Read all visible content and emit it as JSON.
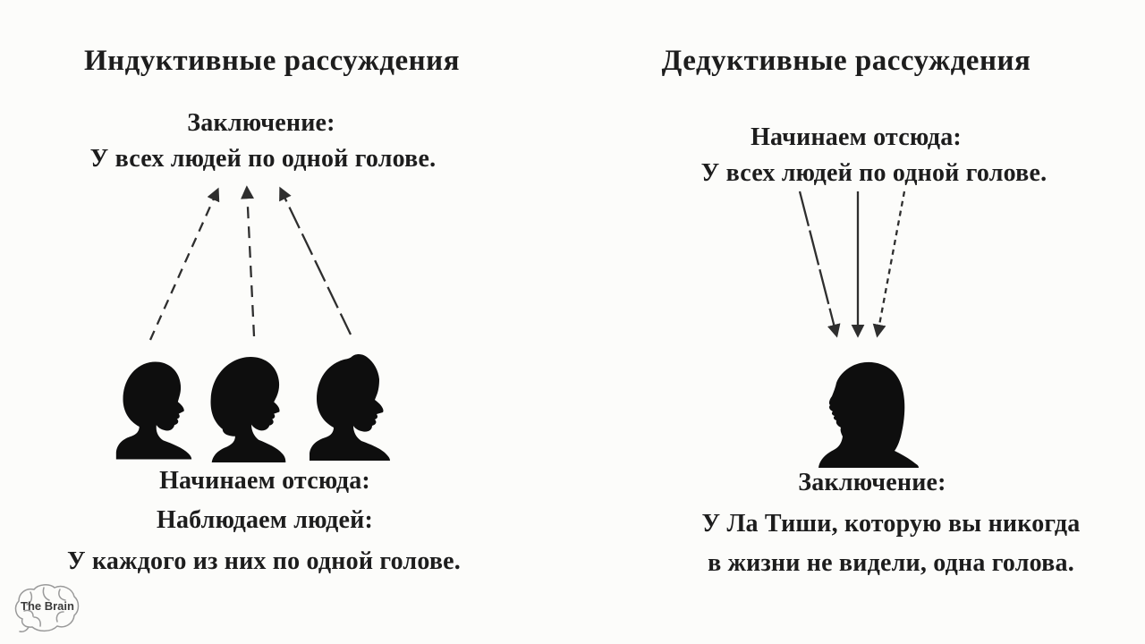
{
  "panels": {
    "inductive": {
      "title": "Индуктивные рассуждения",
      "conclusion_heading": "Заключение:",
      "conclusion_text": "У всех людей по одной голове.",
      "start_heading": "Начинаем отсюда:",
      "observe_line": "Наблюдаем людей:",
      "observation_text": "У каждого из них по одной голове.",
      "arrow_style": "dashed, pointing up from observed people to conclusion"
    },
    "deductive": {
      "title": "Дедуктивные рассуждения",
      "start_heading": "Начинаем отсюда:",
      "premise_text": "У всех людей по одной голове.",
      "conclusion_heading": "Заключение:",
      "conclusion_line1": "У Ла Тиши, которую вы никогда",
      "conclusion_line2": "в жизни не видели, одна голова.",
      "arrow_style": "solid/fine-dashed, pointing down from premise to one person"
    }
  },
  "icons": {
    "inductive_heads": [
      "man-profile-silhouette",
      "bob-woman-profile-silhouette",
      "elder-man-profile-silhouette"
    ],
    "deductive_head": "long-hair-woman-profile-silhouette",
    "logo_icon": "brain-outline"
  },
  "logo": {
    "label": "The Brain"
  },
  "colors": {
    "background": "#fcfcfa",
    "text": "#1d1d1d",
    "silhouette": "#0e0e0e",
    "arrow": "#2e2e2e",
    "logo_outline": "#9a9a9a",
    "logo_text": "#3b3b3b"
  }
}
